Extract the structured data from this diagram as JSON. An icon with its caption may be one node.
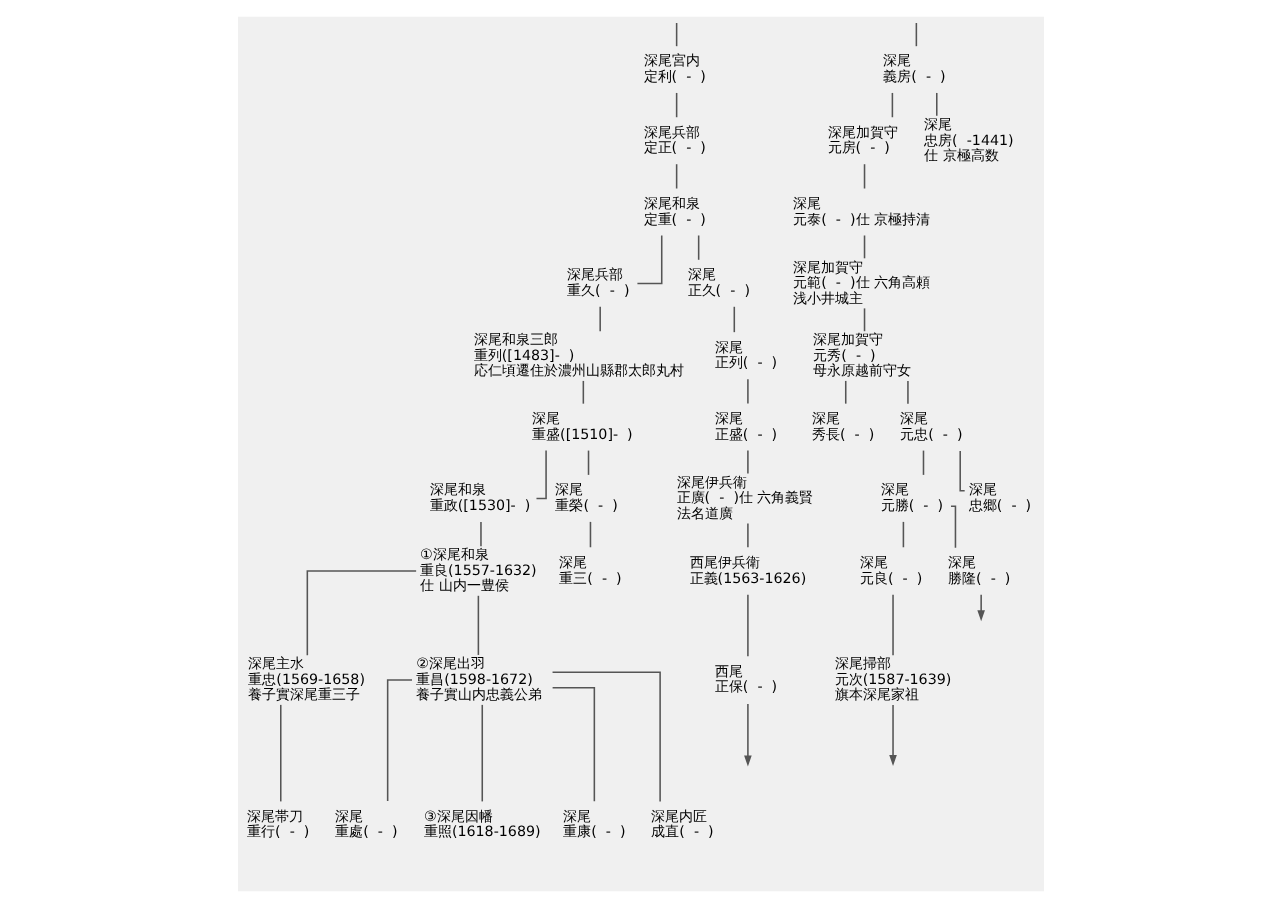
{
  "diagram": {
    "nodes": [
      {
        "text": [
          "深尾宮内",
          "定利(  -  )"
        ]
      },
      {
        "text": [
          "深尾",
          "義房(  -  )"
        ]
      },
      {
        "text": [
          "深尾兵部",
          "定正(  -  )"
        ]
      },
      {
        "text": [
          "深尾加賀守",
          "元房(  -  )"
        ]
      },
      {
        "text": [
          "深尾",
          "忠房(  -1441)",
          "仕 京極高数"
        ]
      },
      {
        "text": [
          "深尾和泉",
          "定重(  -  )"
        ]
      },
      {
        "text": [
          "深尾",
          "元泰(  -  )仕 京極持清"
        ]
      },
      {
        "text": [
          "深尾兵部",
          "重久(  -  )"
        ]
      },
      {
        "text": [
          "深尾",
          "正久(  -  )"
        ]
      },
      {
        "text": [
          "深尾加賀守",
          "元範(  -  )仕 六角高頼",
          "浅小井城主"
        ]
      },
      {
        "text": [
          "深尾和泉三郎",
          "重列([1483]-  )",
          "応仁頃遷住於濃州山縣郡太郎丸村"
        ]
      },
      {
        "text": [
          "深尾",
          "正列(  -  )"
        ]
      },
      {
        "text": [
          "深尾加賀守",
          "元秀(  -  )",
          "母永原越前守女"
        ]
      },
      {
        "text": [
          "深尾",
          "重盛([1510]-  )"
        ]
      },
      {
        "text": [
          "深尾",
          "正盛(  -  )"
        ]
      },
      {
        "text": [
          "深尾",
          "秀長(  -  )"
        ]
      },
      {
        "text": [
          "深尾",
          "元忠(  -  )"
        ]
      },
      {
        "text": [
          "深尾和泉",
          "重政([1530]-  )"
        ]
      },
      {
        "text": [
          "深尾",
          "重榮(  -  )"
        ]
      },
      {
        "text": [
          "深尾伊兵衛",
          "正廣(  -  )仕 六角義賢",
          "法名道廣"
        ]
      },
      {
        "text": [
          "深尾",
          "元勝(  -  )"
        ]
      },
      {
        "text": [
          "深尾",
          "忠郷(  -  )"
        ]
      },
      {
        "text": [
          "①深尾和泉",
          "重良(1557-1632)",
          "仕 山内一豊侯"
        ]
      },
      {
        "text": [
          "深尾",
          "重三(  -  )"
        ]
      },
      {
        "text": [
          "西尾伊兵衛",
          "正義(1563-1626)"
        ]
      },
      {
        "text": [
          "深尾",
          "元良(  -  )"
        ]
      },
      {
        "text": [
          "深尾",
          "勝隆(  -  )"
        ]
      },
      {
        "text": [
          "深尾主水",
          "重忠(1569-1658)",
          "養子實深尾重三子"
        ]
      },
      {
        "text": [
          "②深尾出羽",
          "重昌(1598-1672)",
          "養子實山内忠義公弟"
        ]
      },
      {
        "text": [
          "西尾",
          "正保(  -  )"
        ]
      },
      {
        "text": [
          "深尾掃部",
          "元次(1587-1639)",
          "旗本深尾家祖"
        ]
      },
      {
        "text": [
          "深尾帯刀",
          "重行(  -  )"
        ]
      },
      {
        "text": [
          "深尾",
          "重處(  -  )"
        ]
      },
      {
        "text": [
          "③深尾因幡",
          "重照(1618-1689)"
        ]
      },
      {
        "text": [
          "深尾",
          "重康(  -  )"
        ]
      },
      {
        "text": [
          "深尾内匠",
          "成直(  -  )"
        ]
      }
    ],
    "edges": [
      {
        "from": null,
        "to": 0,
        "arrow": "none"
      },
      {
        "from": null,
        "to": 1,
        "arrow": "none"
      },
      {
        "from": 0,
        "to": 2,
        "arrow": "none"
      },
      {
        "from": 2,
        "to": 5,
        "arrow": "none"
      },
      {
        "from": 5,
        "to": 7,
        "arrow": "none"
      },
      {
        "from": 5,
        "to": 8,
        "arrow": "none"
      },
      {
        "from": 7,
        "to": 10,
        "arrow": "none"
      },
      {
        "from": 10,
        "to": 13,
        "arrow": "none"
      },
      {
        "from": 13,
        "to": 17,
        "arrow": "none"
      },
      {
        "from": 13,
        "to": 18,
        "arrow": "none"
      },
      {
        "from": 8,
        "to": 11,
        "arrow": "none"
      },
      {
        "from": 11,
        "to": 14,
        "arrow": "none"
      },
      {
        "from": 14,
        "to": 19,
        "arrow": "none"
      },
      {
        "from": 19,
        "to": 24,
        "arrow": "none"
      },
      {
        "from": 24,
        "to": 29,
        "arrow": "none"
      },
      {
        "from": 17,
        "to": 22,
        "arrow": "none"
      },
      {
        "from": 18,
        "to": 23,
        "arrow": "none"
      },
      {
        "from": 22,
        "to": 27,
        "arrow": "none"
      },
      {
        "from": 22,
        "to": 28,
        "arrow": "none"
      },
      {
        "from": 27,
        "to": 31,
        "arrow": "none"
      },
      {
        "from": 28,
        "to": 32,
        "arrow": "none"
      },
      {
        "from": 28,
        "to": 33,
        "arrow": "none"
      },
      {
        "from": 28,
        "to": 34,
        "arrow": "none"
      },
      {
        "from": 28,
        "to": 35,
        "arrow": "none"
      },
      {
        "from": 1,
        "to": 3,
        "arrow": "none"
      },
      {
        "from": 1,
        "to": 4,
        "arrow": "none"
      },
      {
        "from": 3,
        "to": 6,
        "arrow": "none"
      },
      {
        "from": 6,
        "to": 9,
        "arrow": "none"
      },
      {
        "from": 9,
        "to": 12,
        "arrow": "none"
      },
      {
        "from": 12,
        "to": 15,
        "arrow": "none"
      },
      {
        "from": 12,
        "to": 16,
        "arrow": "none"
      },
      {
        "from": 16,
        "to": 20,
        "arrow": "none"
      },
      {
        "from": 16,
        "to": 21,
        "arrow": "none"
      },
      {
        "from": 20,
        "to": 25,
        "arrow": "none"
      },
      {
        "from": 20,
        "to": 26,
        "arrow": "none"
      },
      {
        "from": 25,
        "to": 30,
        "arrow": "none"
      },
      {
        "from": 26,
        "to": null,
        "arrow": "to"
      },
      {
        "from": 29,
        "to": null,
        "arrow": "to"
      },
      {
        "from": 30,
        "to": null,
        "arrow": "to"
      }
    ]
  }
}
